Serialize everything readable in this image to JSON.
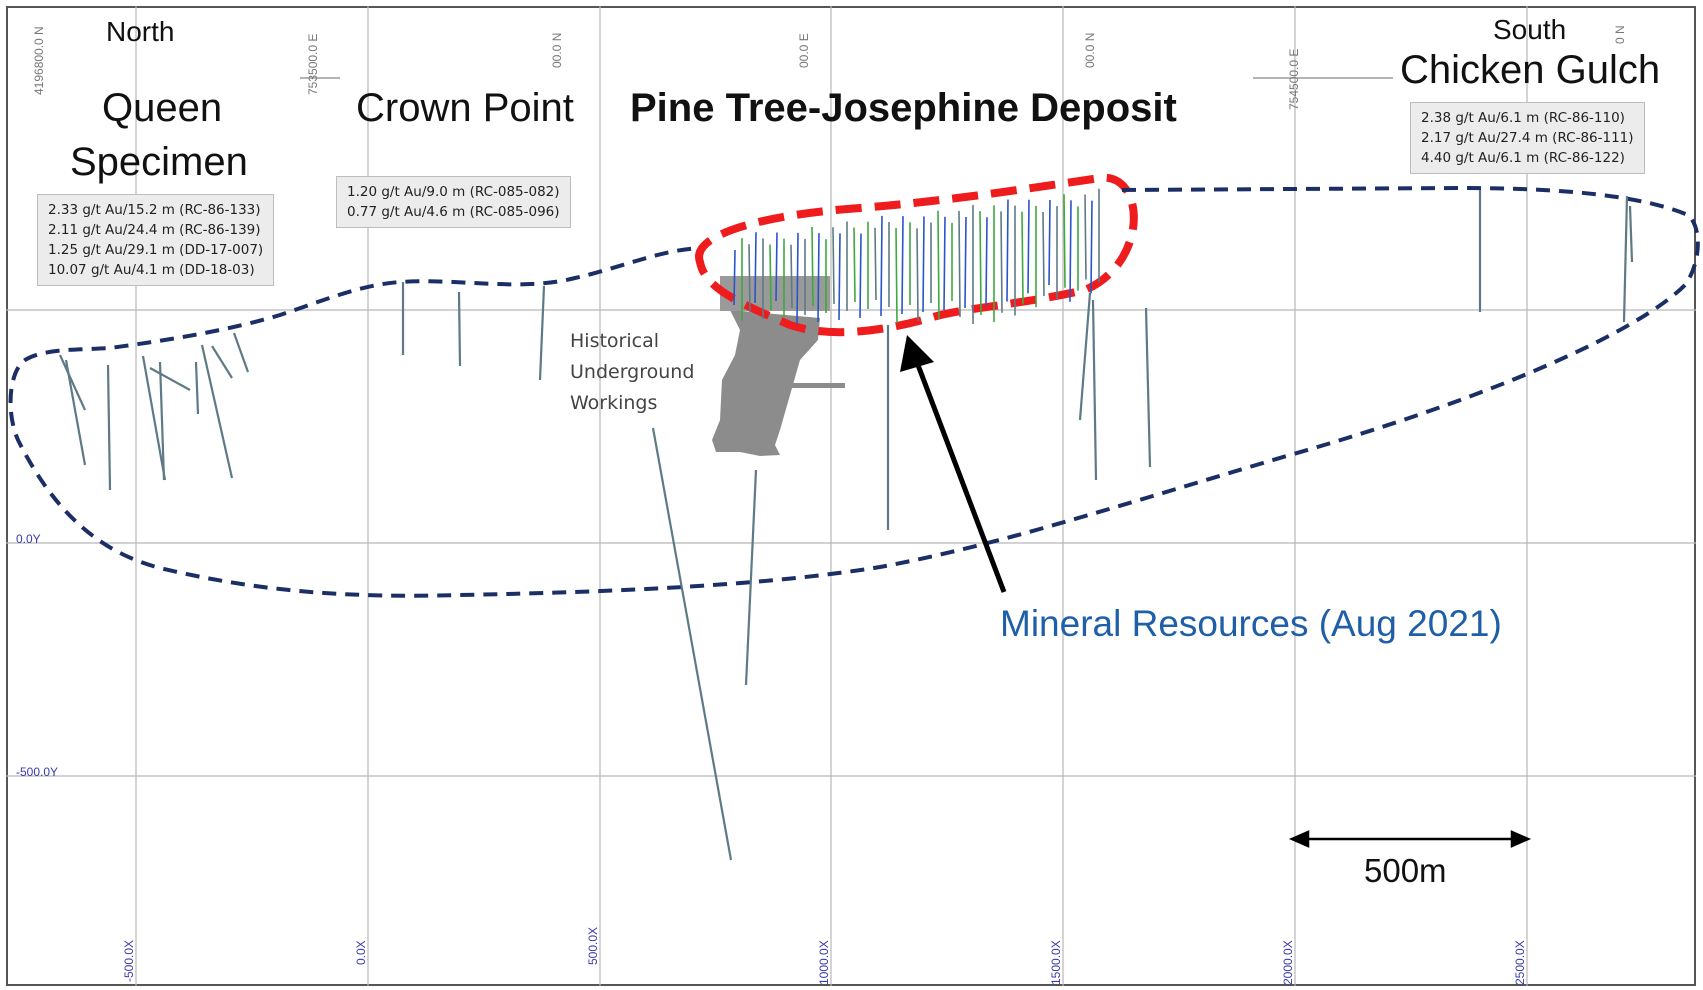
{
  "regions": {
    "north": "North",
    "south": "South",
    "queen_specimen": [
      "Queen",
      "Specimen"
    ],
    "crown_point": "Crown Point",
    "pine_tree": "Pine Tree-Josephine Deposit",
    "chicken_gulch": "Chicken Gulch"
  },
  "intercepts": {
    "queen": [
      "2.33 g/t Au/15.2 m (RC-86-133)",
      "2.11 g/t Au/24.4 m (RC-86-139)",
      "1.25 g/t Au/29.1 m (DD-17-007)",
      "10.07 g/t Au/4.1 m (DD-18-03)"
    ],
    "crown": [
      "1.20 g/t Au/9.0 m (RC-085-082)",
      "0.77 g/t Au/4.6 m (RC-085-096)"
    ],
    "chicken": [
      "2.38 g/t Au/6.1 m (RC-86-110)",
      "2.17 g/t Au/27.4 m (RC-86-111)",
      "4.40 g/t Au/6.1 m (RC-86-122)"
    ]
  },
  "historical": [
    "Historical",
    "Underground",
    "Workings"
  ],
  "mineral_resources": "Mineral Resources (Aug 2021)",
  "scale_bar": "500m",
  "grid": {
    "y_labels": [
      "0.0Y",
      "-500.0Y"
    ],
    "x_labels": [
      "-500.0X",
      "0.0X",
      "500.0X",
      "1000.0X",
      "1500.0X",
      "2000.0X",
      "2500.0X"
    ],
    "top_coords": [
      "4196800.0 N",
      "753500.0 E",
      "00.0 N",
      "00.0 E",
      "00.0 N",
      "754500.0 E",
      "0 N"
    ]
  },
  "colors": {
    "resource_outline": "#1b2f66",
    "deposit_outline": "#ee1c1c",
    "resources_text": "#1f5fa8",
    "drillhole": "#5e7a86"
  }
}
